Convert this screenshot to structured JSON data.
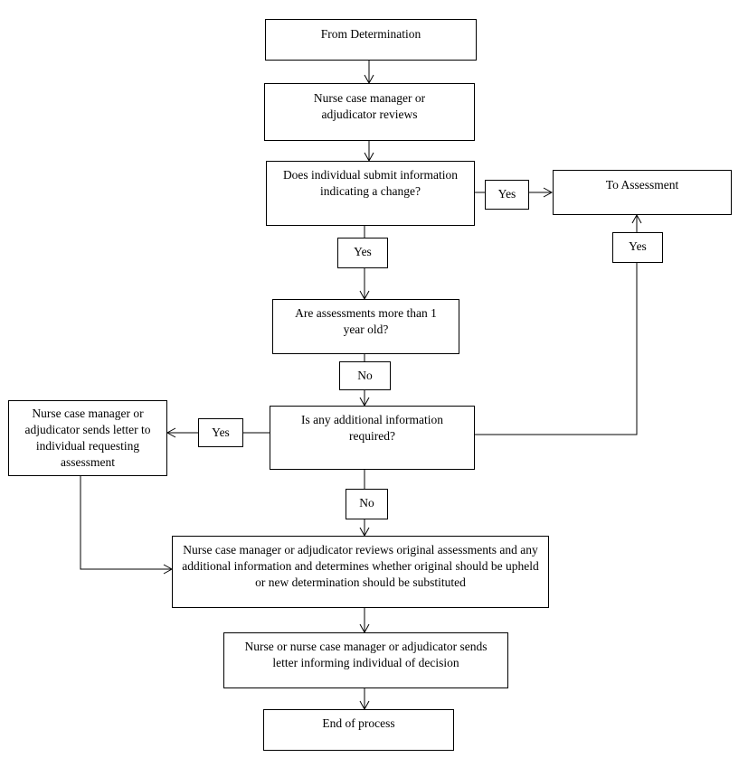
{
  "nodes": {
    "from_determination": "From Determination",
    "review": "Nurse case manager or adjudicator reviews",
    "submit_change": "Does individual submit information indicating a change?",
    "to_assessment": "To Assessment",
    "assessments_old": "Are assessments more than 1 year old?",
    "additional_info": "Is any additional information required?",
    "send_letter": "Nurse case manager or adjudicator sends letter to individual requesting assessment",
    "review_original": "Nurse case manager or adjudicator reviews original assessments and any additional information and determines whether original should be upheld or new determination should be substituted",
    "inform_decision": "Nurse or nurse case manager or adjudicator sends letter informing individual of decision",
    "end": "End of process"
  },
  "edge_labels": {
    "submit_to_assessment": "Yes",
    "submit_down": "Yes",
    "old_down": "No",
    "additional_to_assessment": "Yes",
    "additional_to_letter": "Yes",
    "additional_down": "No"
  }
}
